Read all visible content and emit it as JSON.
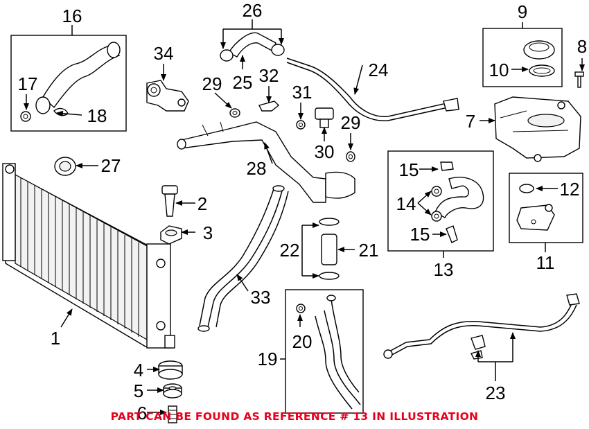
{
  "callouts": {
    "c1": "1",
    "c2": "2",
    "c3": "3",
    "c4": "4",
    "c5": "5",
    "c6": "6",
    "c7": "7",
    "c8": "8",
    "c9": "9",
    "c10": "10",
    "c11": "11",
    "c12": "12",
    "c13": "13",
    "c14": "14",
    "c15a": "15",
    "c15b": "15",
    "c16": "16",
    "c17": "17",
    "c18": "18",
    "c19": "19",
    "c20": "20",
    "c21": "21",
    "c22": "22",
    "c23": "23",
    "c24": "24",
    "c25": "25",
    "c26": "26",
    "c27": "27",
    "c28": "28",
    "c29a": "29",
    "c29b": "29",
    "c30": "30",
    "c31": "31",
    "c32": "32",
    "c33": "33",
    "c34": "34"
  },
  "note": "PART CAN BE FOUND AS REFERENCE # 13 IN ILLUSTRATION",
  "colors": {
    "note": "#e8001c",
    "line": "#000000"
  }
}
